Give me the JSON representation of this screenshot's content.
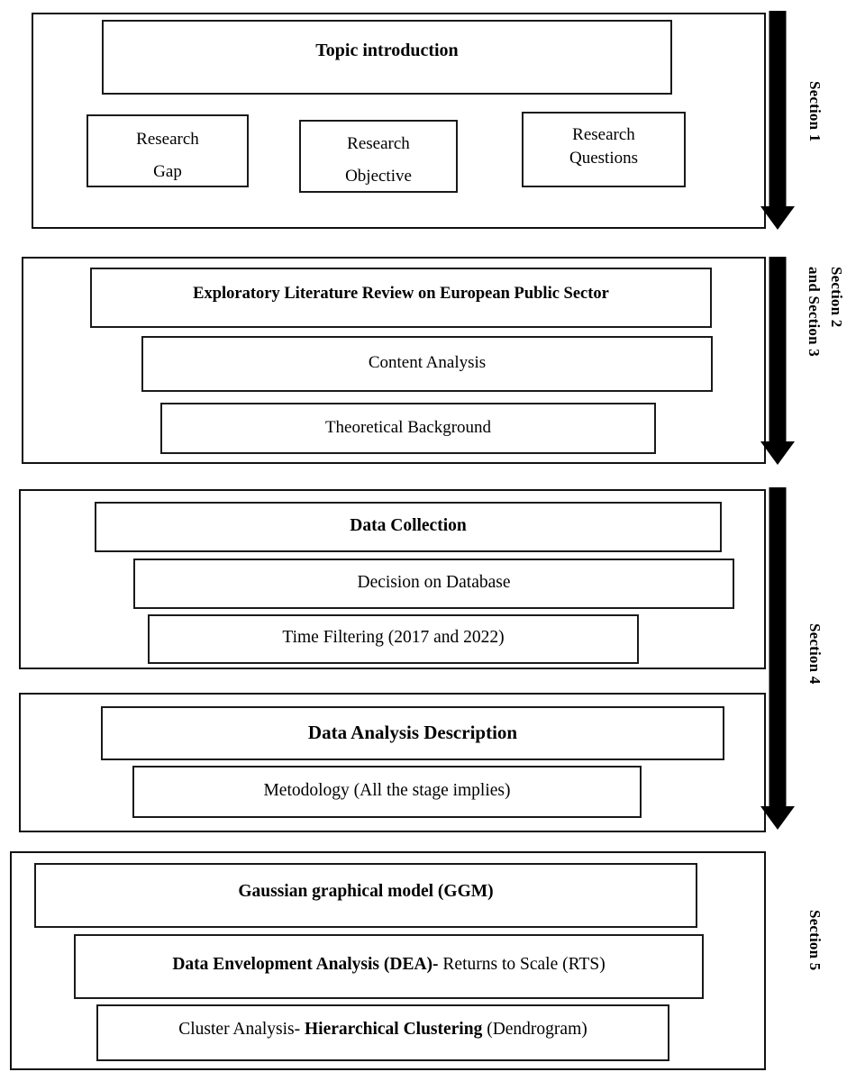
{
  "diagram": {
    "title": "Research methodology flowchart",
    "colors": {
      "line": "#111111",
      "arrow": "#000000",
      "background": "#ffffff"
    },
    "sections": [
      {
        "id": "section-1",
        "side_label": "Section 1",
        "side_label_lines": [
          "Section 1"
        ],
        "has_arrow": true,
        "nodes": [
          {
            "id": "topic-introduction",
            "text": "Topic introduction",
            "weight": "bold"
          },
          {
            "id": "research-gap",
            "lines": [
              "Research",
              "Gap"
            ],
            "weight": "regular"
          },
          {
            "id": "research-objective",
            "lines": [
              "Research",
              "Objective"
            ],
            "weight": "regular"
          },
          {
            "id": "research-questions",
            "lines": [
              "Research",
              "Questions"
            ],
            "weight": "regular"
          }
        ]
      },
      {
        "id": "section-2-3",
        "side_label": "Section 2 and Section 3",
        "side_label_lines": [
          "Section 2",
          "and Section 3"
        ],
        "has_arrow": true,
        "nodes": [
          {
            "id": "exploratory-literature-review",
            "text": "Exploratory Literature Review on European Public Sector",
            "weight": "bold"
          },
          {
            "id": "content-analysis",
            "text": "Content Analysis",
            "weight": "regular"
          },
          {
            "id": "theoretical-background",
            "text": "Theoretical Background",
            "weight": "regular"
          }
        ]
      },
      {
        "id": "section-4-data-collection",
        "side_label": "Section 4",
        "side_label_lines": [
          "Section 4"
        ],
        "has_arrow": true,
        "nodes": [
          {
            "id": "data-collection",
            "text": "Data Collection",
            "weight": "bold"
          },
          {
            "id": "decision-on-database",
            "text": "Decision on Database",
            "weight": "regular"
          },
          {
            "id": "time-filtering",
            "text": "Time Filtering (2017 and 2022)",
            "weight": "regular"
          }
        ]
      },
      {
        "id": "section-4-data-analysis",
        "side_label": "",
        "side_label_lines": [],
        "has_arrow": false,
        "nodes": [
          {
            "id": "data-analysis-description",
            "text": "Data Analysis Description",
            "weight": "bold"
          },
          {
            "id": "metodology",
            "text": "Metodology (All the stage implies)",
            "weight": "regular"
          }
        ]
      },
      {
        "id": "section-5",
        "side_label": "Section 5",
        "side_label_lines": [
          "Section 5"
        ],
        "has_arrow": false,
        "nodes": [
          {
            "id": "gaussian-graphical-model",
            "text": "Gaussian graphical model (GGM)",
            "weight": "bold"
          },
          {
            "id": "data-envelopment-analysis",
            "parts": [
              {
                "text": "Data Envelopment Analysis (DEA)-",
                "weight": "bold"
              },
              {
                "text": " Returns to Scale (RTS)",
                "weight": "regular"
              }
            ]
          },
          {
            "id": "cluster-analysis",
            "parts": [
              {
                "text": "Cluster Analysis-",
                "weight": "regular"
              },
              {
                "text": " Hierarchical Clustering",
                "weight": "bold"
              },
              {
                "text": " (Dendrogram)",
                "weight": "regular"
              }
            ]
          }
        ]
      }
    ],
    "labels": {
      "section1": "Section 1",
      "section2": "Section 2",
      "section3": "and Section 3",
      "section4": "Section 4",
      "section5": "Section 5"
    },
    "nodes": {
      "topic_introduction": "Topic introduction",
      "research_gap_l1": "Research",
      "research_gap_l2": "Gap",
      "research_objective_l1": "Research",
      "research_objective_l2": "Objective",
      "research_questions_l1": "Research",
      "research_questions_l2": "Questions",
      "exploratory_review": "Exploratory Literature Review on European Public Sector",
      "content_analysis": "Content Analysis",
      "theoretical_background": "Theoretical Background",
      "data_collection": "Data Collection",
      "decision_on_database": "Decision on Database",
      "time_filtering": "Time Filtering (2017 and 2022)",
      "data_analysis_description": "Data Analysis Description",
      "metodology": "Metodology (All the stage implies)",
      "ggm": "Gaussian graphical model (GGM)",
      "dea_bold": "Data Envelopment Analysis (DEA)-",
      "dea_reg": " Returns to Scale (RTS)",
      "cluster_reg1": "Cluster Analysis-",
      "cluster_bold": " Hierarchical Clustering",
      "cluster_reg2": " (Dendrogram)"
    }
  }
}
